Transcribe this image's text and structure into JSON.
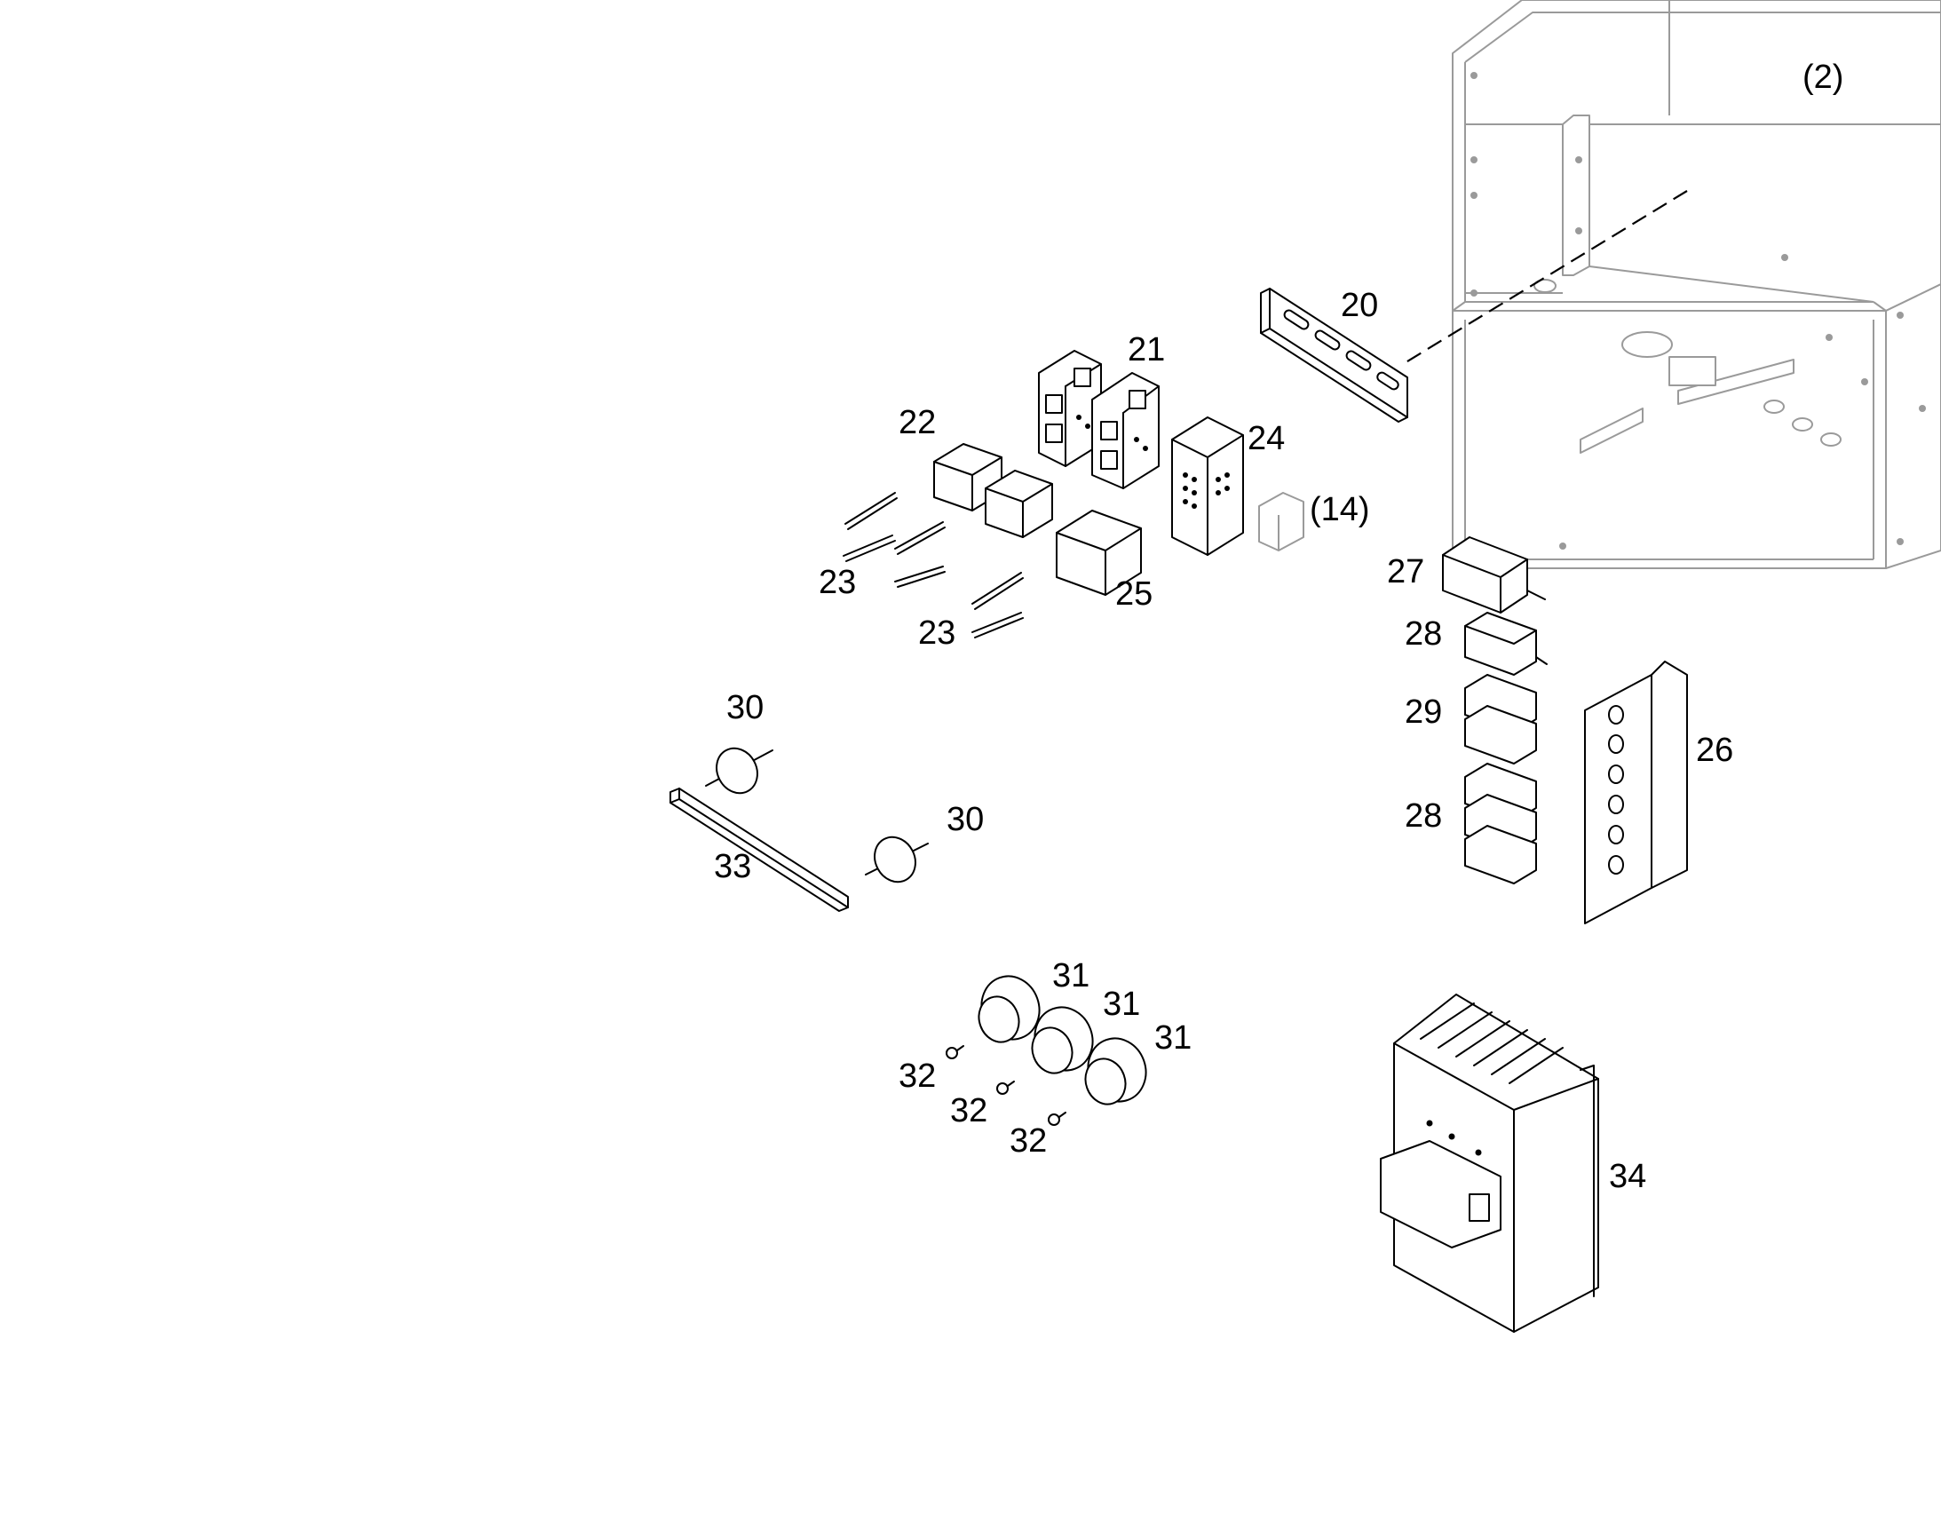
{
  "callouts": [
    {
      "id": "c-2",
      "text": "(2)"
    },
    {
      "id": "c-20",
      "text": "20"
    },
    {
      "id": "c-21",
      "text": "21"
    },
    {
      "id": "c-22",
      "text": "22"
    },
    {
      "id": "c-24",
      "text": "24"
    },
    {
      "id": "c-14",
      "text": "(14)"
    },
    {
      "id": "c-23a",
      "text": "23"
    },
    {
      "id": "c-25",
      "text": "25"
    },
    {
      "id": "c-23b",
      "text": "23"
    },
    {
      "id": "c-27",
      "text": "27"
    },
    {
      "id": "c-28a",
      "text": "28"
    },
    {
      "id": "c-29",
      "text": "29"
    },
    {
      "id": "c-26",
      "text": "26"
    },
    {
      "id": "c-28b",
      "text": "28"
    },
    {
      "id": "c-30a",
      "text": "30"
    },
    {
      "id": "c-30b",
      "text": "30"
    },
    {
      "id": "c-33",
      "text": "33"
    },
    {
      "id": "c-31a",
      "text": "31"
    },
    {
      "id": "c-31b",
      "text": "31"
    },
    {
      "id": "c-31c",
      "text": "31"
    },
    {
      "id": "c-32a",
      "text": "32"
    },
    {
      "id": "c-32b",
      "text": "32"
    },
    {
      "id": "c-32c",
      "text": "32"
    },
    {
      "id": "c-34",
      "text": "34"
    }
  ]
}
